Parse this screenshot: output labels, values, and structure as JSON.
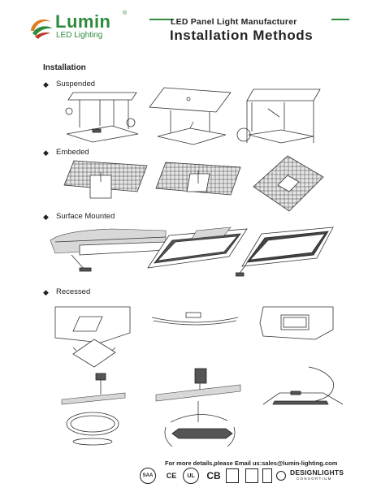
{
  "header": {
    "brand": "Lumin",
    "brand_sub": "LED Lighting",
    "registered": "®",
    "subtitle": "LED Panel Light Manufacturer",
    "title": "Installation Methods",
    "brand_color": "#2e8b3d"
  },
  "content": {
    "section_title": "Installation",
    "bullet_glyph": "◆",
    "methods": [
      {
        "label": "Suspended"
      },
      {
        "label": "Embeded"
      },
      {
        "label": "Surface Mounted"
      },
      {
        "label": "Recessed"
      }
    ]
  },
  "footer": {
    "text": "For more details,please Email us:sales@lumin-lighting.com",
    "certs": {
      "saa": "SAA",
      "ce1": "CE",
      "ul": "UL",
      "cb": "CB",
      "designlights": "DESIGNLIGHTS",
      "consortium": "CONSORTIUM"
    }
  }
}
